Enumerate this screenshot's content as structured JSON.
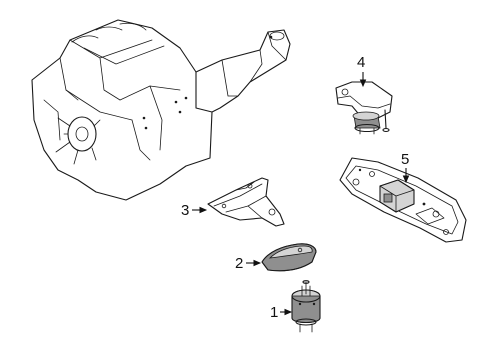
{
  "callouts": [
    {
      "id": "1",
      "label": "1"
    },
    {
      "id": "2",
      "label": "2"
    },
    {
      "id": "3",
      "label": "3"
    },
    {
      "id": "4",
      "label": "4"
    },
    {
      "id": "5",
      "label": "5"
    }
  ],
  "colors": {
    "line": "#1a1a1a",
    "shade": "#8f8f8f",
    "light": "#d4d4d4",
    "background": "#ffffff"
  }
}
